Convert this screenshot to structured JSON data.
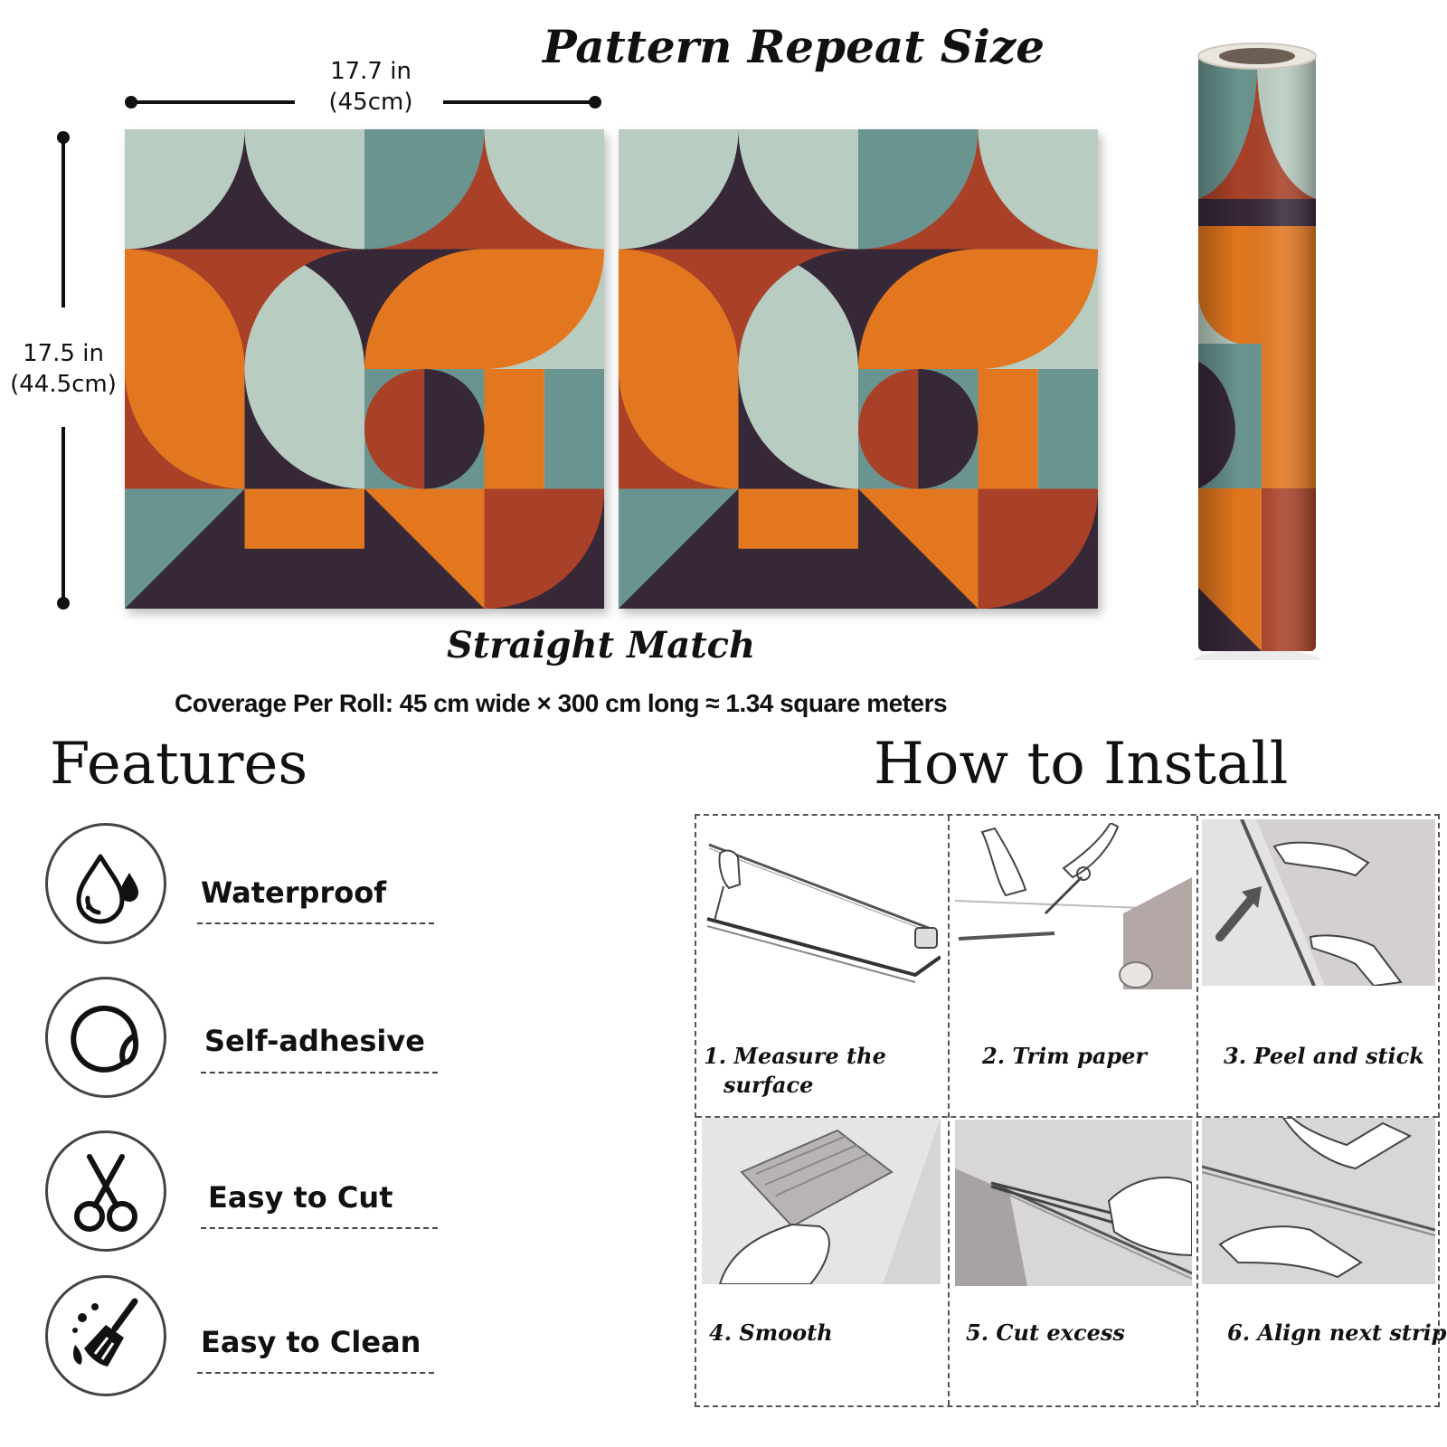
{
  "header": {
    "title": "Pattern Repeat Size",
    "width_in": "17.7 in",
    "width_cm": "(45cm)",
    "height_in": "17.5 in",
    "height_cm": "(44.5cm)"
  },
  "match": {
    "label": "Straight Match",
    "coverage": "Coverage Per Roll: 45 cm wide × 300 cm long ≈ 1.34 square meters"
  },
  "colors": {
    "mint": "#b9ccc1",
    "teal": "#6a948f",
    "plum": "#372838",
    "rust": "#a94128",
    "orange": "#e3771f"
  },
  "features": {
    "heading": "Features",
    "items": [
      {
        "label": "Waterproof",
        "icon": "water-drops-icon"
      },
      {
        "label": "Self-adhesive",
        "icon": "peeling-sticker-icon"
      },
      {
        "label": "Easy to Cut",
        "icon": "scissors-icon"
      },
      {
        "label": "Easy to Clean",
        "icon": "broom-icon"
      }
    ]
  },
  "install": {
    "heading": "How to Install",
    "steps": [
      {
        "label_1": "1. Measure the",
        "label_2": "surface"
      },
      {
        "label_1": "2. Trim paper"
      },
      {
        "label_1": "3. Peel and stick"
      },
      {
        "label_1": "4. Smooth"
      },
      {
        "label_1": "5. Cut excess"
      },
      {
        "label_1": "6. Align next strip"
      }
    ]
  }
}
